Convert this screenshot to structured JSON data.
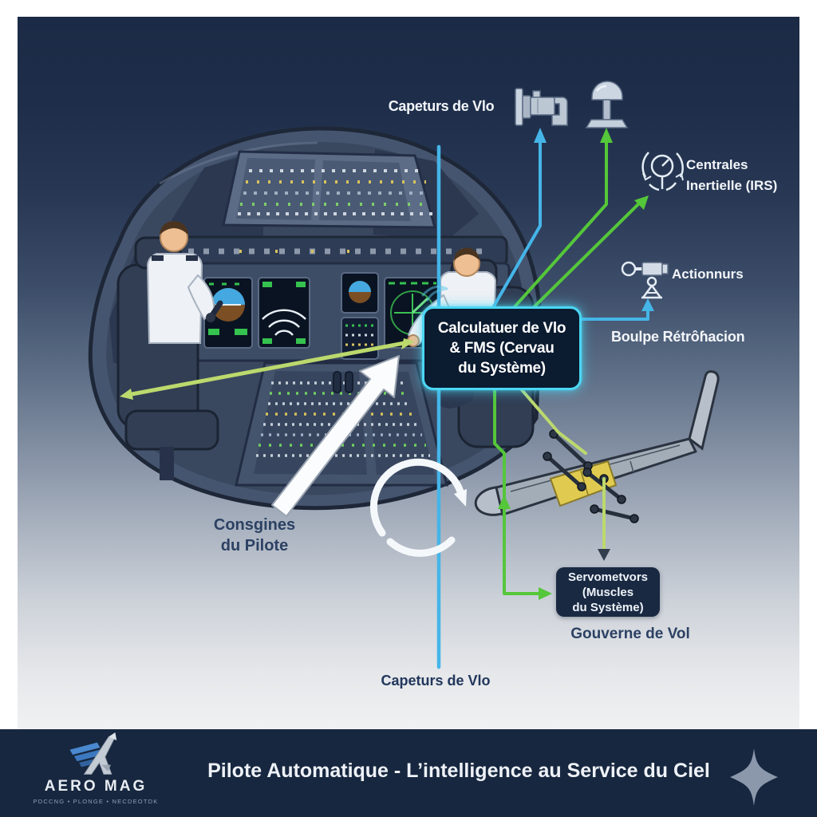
{
  "diagram": {
    "sensors_top_label": "Capeturs de Vlo",
    "irs_label": {
      "line1": "Centrales",
      "line2": "Inertielle (IRS)"
    },
    "actuators_label": "Actionnurs",
    "feedback_label": "Boulpe Rétrôɦacion",
    "computer_box": {
      "line1": "Calculatuer de Vlo",
      "line2": "& FMS (Cervau",
      "line3": "du Système)"
    },
    "pilot_inputs_label": {
      "line1": "Consgines",
      "line2": "du Pilote"
    },
    "servo_box": {
      "line1": "Servometvors",
      "line2": "(Muscles",
      "line3": "du Système)"
    },
    "control_surface_label": "Gouverne de Vol",
    "sensors_bottom_label": "Capeturs de Vlo",
    "icons": {
      "pitot_probe": "pitot-probe-icon",
      "static_sensor": "static-sensor-icon",
      "gyroscope": "gyroscope-icon",
      "actuator": "actuator-icon",
      "rotation_loop": "rotation-loop-icon",
      "pilot_command_arrow": "pilot-command-arrow",
      "sparkle": "sparkle-icon",
      "brand_plane": "brand-plane-icon"
    },
    "colors": {
      "sensor_line_cyan": "#45b5e8",
      "signal_line_green": "#55c73a",
      "command_line_yellow_green": "#bcd96d",
      "computer_border_glow": "#4bd7f4",
      "computer_box_bg": "#0b1b30",
      "servo_box_bg": "#192942",
      "dark_label_text": "#2c4163",
      "light_label_text": "#f3f6fa",
      "wing_flap_yellow": "#e0cb50",
      "panel_top": "#1b2a45",
      "panel_bottom": "#f0f1f2",
      "footer_bg": "#17273f"
    }
  },
  "footer": {
    "brand_name": "AERO MAG",
    "brand_tagline": "PDCCNG • PLONGE • NECDEOTDK",
    "title": "Pilote Automatique - L’intelligence au Service du Ciel"
  }
}
